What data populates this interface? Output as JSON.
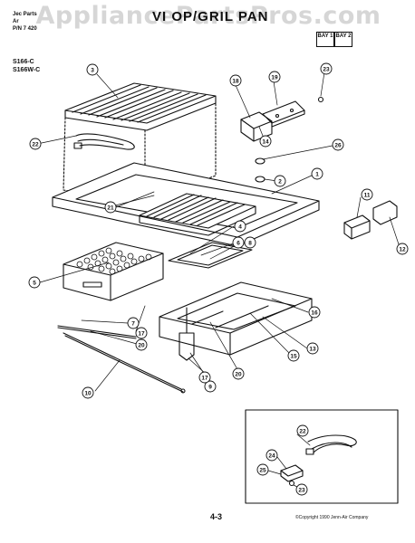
{
  "header": {
    "doc_line1": "Jec Parts",
    "doc_line2": "Ar ",
    "doc_line3": "P/N 7 420",
    "title": "VI  OP/GRIL  PAN",
    "bay1": "BAY 1",
    "bay2": "BAY 2",
    "models": [
      "S166-C",
      "S166W-C"
    ]
  },
  "watermark": "AppliancePartsPros.com",
  "callouts": [
    "1",
    "2",
    "3",
    "4",
    "5",
    "6",
    "7",
    "8",
    "9",
    "10",
    "11",
    "12",
    "13",
    "14",
    "15",
    "16",
    "17",
    "17",
    "18",
    "19",
    "20",
    "21",
    "22",
    "23",
    "26"
  ],
  "inset_callouts": [
    "22",
    "23",
    "24",
    "25"
  ],
  "footer": {
    "page": "4-3",
    "copyright": "©Copyright 1990 Jenn-Air Company"
  }
}
